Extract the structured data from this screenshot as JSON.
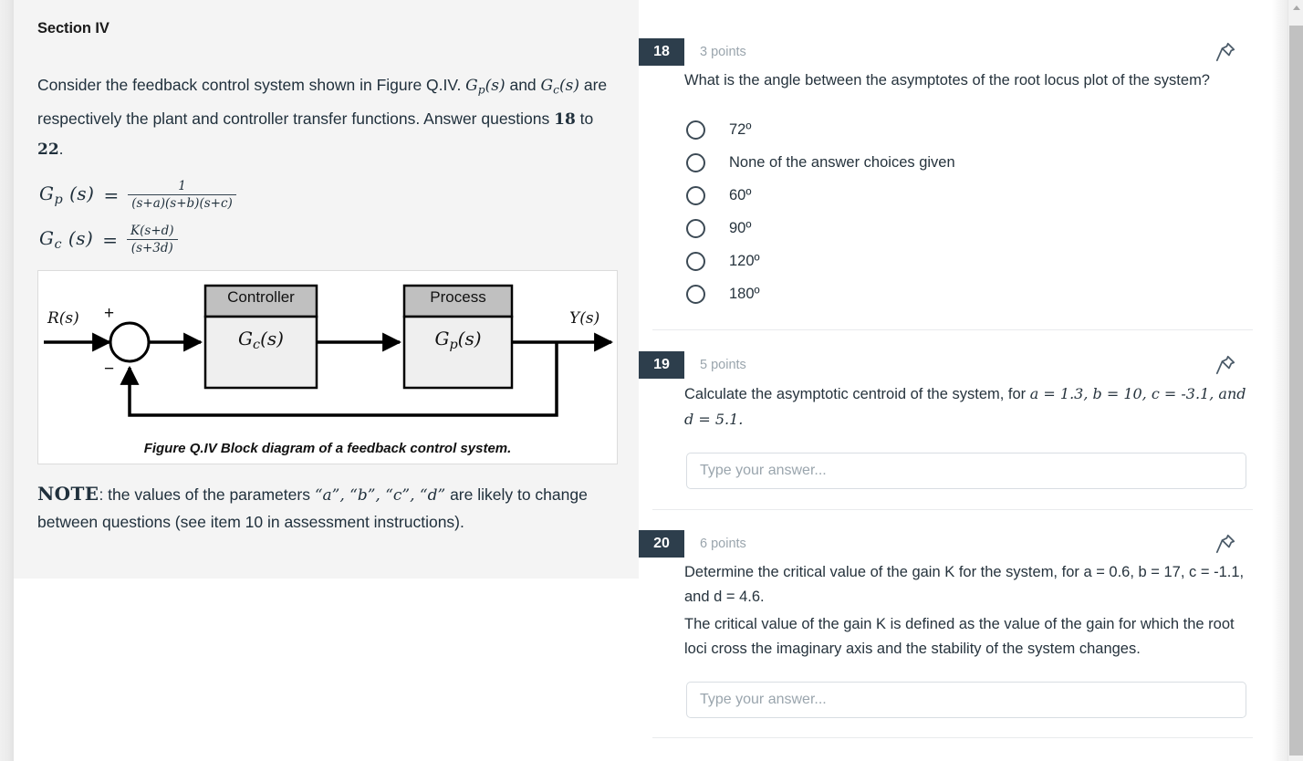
{
  "stimulus": {
    "section_title": "Section IV",
    "intro_part1": "Consider the feedback control system shown in Figure Q.IV. ",
    "intro_gp": "G",
    "intro_gp_sub": "p",
    "intro_gp_arg": "(s)",
    "intro_part2": " and ",
    "intro_gc": "G",
    "intro_gc_sub": "c",
    "intro_gc_arg": "(s)",
    "intro_part3": " are respectively the plant and controller transfer functions. Answer questions ",
    "q_from": "18",
    "intro_to": " to ",
    "q_to": "22",
    "intro_end": ".",
    "formula_gp": {
      "lhs_base": "G",
      "lhs_sub": "p",
      "lhs_arg": "(s)",
      "equals": "=",
      "numerator": "1",
      "denominator": "(s+a)(s+b)(s+c)"
    },
    "formula_gc": {
      "lhs_base": "G",
      "lhs_sub": "c",
      "lhs_arg": "(s)",
      "equals": "=",
      "numerator": "K(s+d)",
      "denominator": "(s+3d)"
    },
    "figure": {
      "caption": "Figure Q.IV Block diagram of a feedback control system.",
      "input_label": "R(s)",
      "output_label": "Y(s)",
      "plus_sign": "+",
      "minus_sign": "−",
      "controller_header": "Controller",
      "controller_body_base": "G",
      "controller_body_sub": "c",
      "controller_body_arg": "(s)",
      "process_header": "Process",
      "process_body_base": "G",
      "process_body_sub": "p",
      "process_body_arg": "(s)",
      "header_fill": "#c0c0c0",
      "body_fill": "#efefef",
      "stroke": "#000000"
    },
    "note": {
      "label": "NOTE",
      "text_part1": ": the values of the parameters ",
      "params": "“a”, “b”, “c”, “d”",
      "text_part2": " are likely to change between questions (see item 10 in assessment instructions)."
    }
  },
  "questions": [
    {
      "number": "18",
      "points": "3 points",
      "prompt": "What is the angle between the asymptotes of the root locus plot of the system?",
      "type": "multiple-choice",
      "options": [
        "72º",
        "None of the answer choices given",
        "60º",
        "90º",
        "120º",
        "180º"
      ]
    },
    {
      "number": "19",
      "points": "5 points",
      "prompt_part1": "Calculate the asymptotic centroid of the system, for ",
      "prompt_values": "a = 1.3,  b = 10,  c = -3.1, and  d = 5.1.",
      "type": "open-answer",
      "answer_value": "",
      "answer_placeholder": "Type your answer..."
    },
    {
      "number": "20",
      "points": "6 points",
      "prompt_line1": "Determine the critical value of the gain K for the system, for  a = 0.6,  b = 17, c = -1.1, and  d = 4.6.",
      "prompt_line2": "The critical value of the gain K is defined as the value of the gain for which the root loci cross the imaginary axis and the stability of the system changes.",
      "type": "open-answer",
      "answer_value": "",
      "answer_placeholder": "Type your answer..."
    }
  ],
  "icons": {
    "pin": "pin-icon",
    "scroll_up_arrow": "scroll-up-arrow-icon"
  },
  "colors": {
    "badge_bg": "#2d3e4c",
    "panel_bg": "#f4f4f4",
    "text": "#26333d",
    "muted": "#9aa5ad",
    "divider": "#e9ebed",
    "input_border": "#d8dde2",
    "scrollbar_thumb": "#c1c1c1"
  }
}
